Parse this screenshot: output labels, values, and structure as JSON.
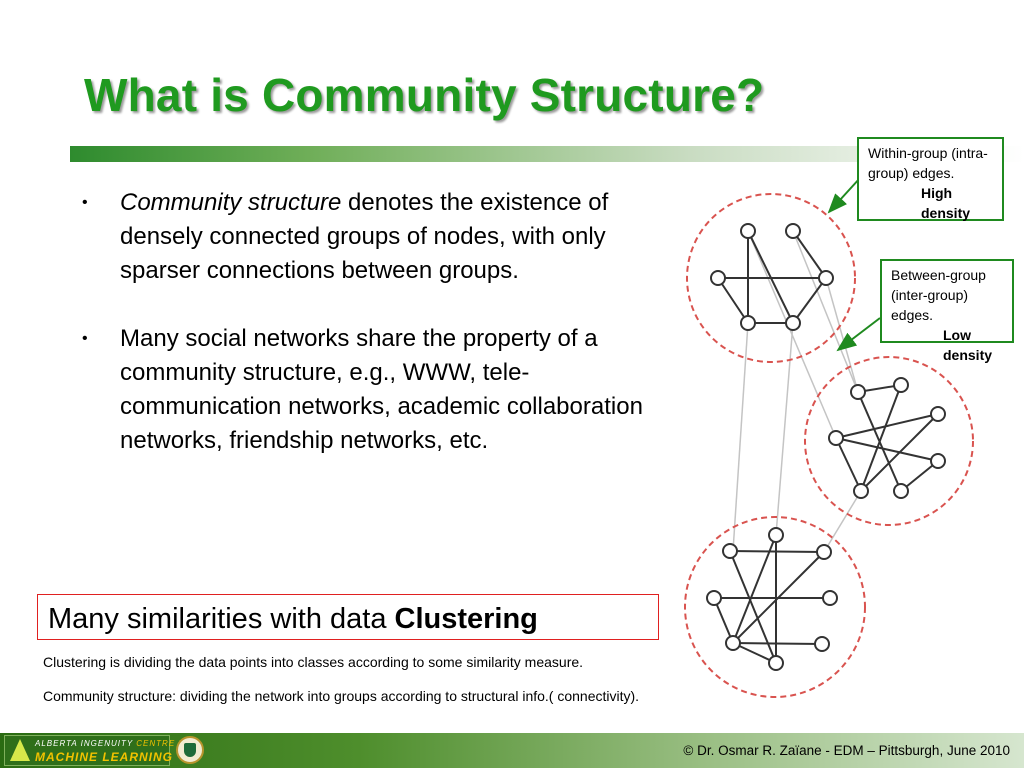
{
  "slide": {
    "title": "What is Community Structure?"
  },
  "bullets": [
    {
      "italic_lead": "Community structure",
      "text": " denotes the existence of densely connected groups of nodes, with only sparser connections between groups."
    },
    {
      "italic_lead": "",
      "text": "Many social networks share the property of a community structure, e.g., WWW, tele-communication networks, academic collaboration networks, friendship networks, etc."
    }
  ],
  "callouts": {
    "within": {
      "text": "Within-group (intra-group) edges.",
      "strong": "High density"
    },
    "between": {
      "text": "Between-group (inter-group) edges.",
      "strong": "Low density"
    }
  },
  "clustering_box": {
    "prefix": "Many similarities with data ",
    "emphasis": "Clustering"
  },
  "notes": [
    "Clustering is dividing the data points into classes according to some similarity measure.",
    "Community structure: dividing the network into groups according to structural info.( connectivity)."
  ],
  "footer": {
    "logo_line1_a": "ALBERTA INGENUITY ",
    "logo_line1_b": "CENTRE FOR",
    "logo_line2": "MACHINE LEARNING",
    "copyright": "© Dr. Osmar R. Zaïane -  EDM – Pittsburgh, June 2010"
  },
  "colors": {
    "title": "#1f9a1f",
    "callout_border": "#1f8a1f",
    "community_circle": "#d9534f",
    "cluster_box_border": "#e02020"
  }
}
